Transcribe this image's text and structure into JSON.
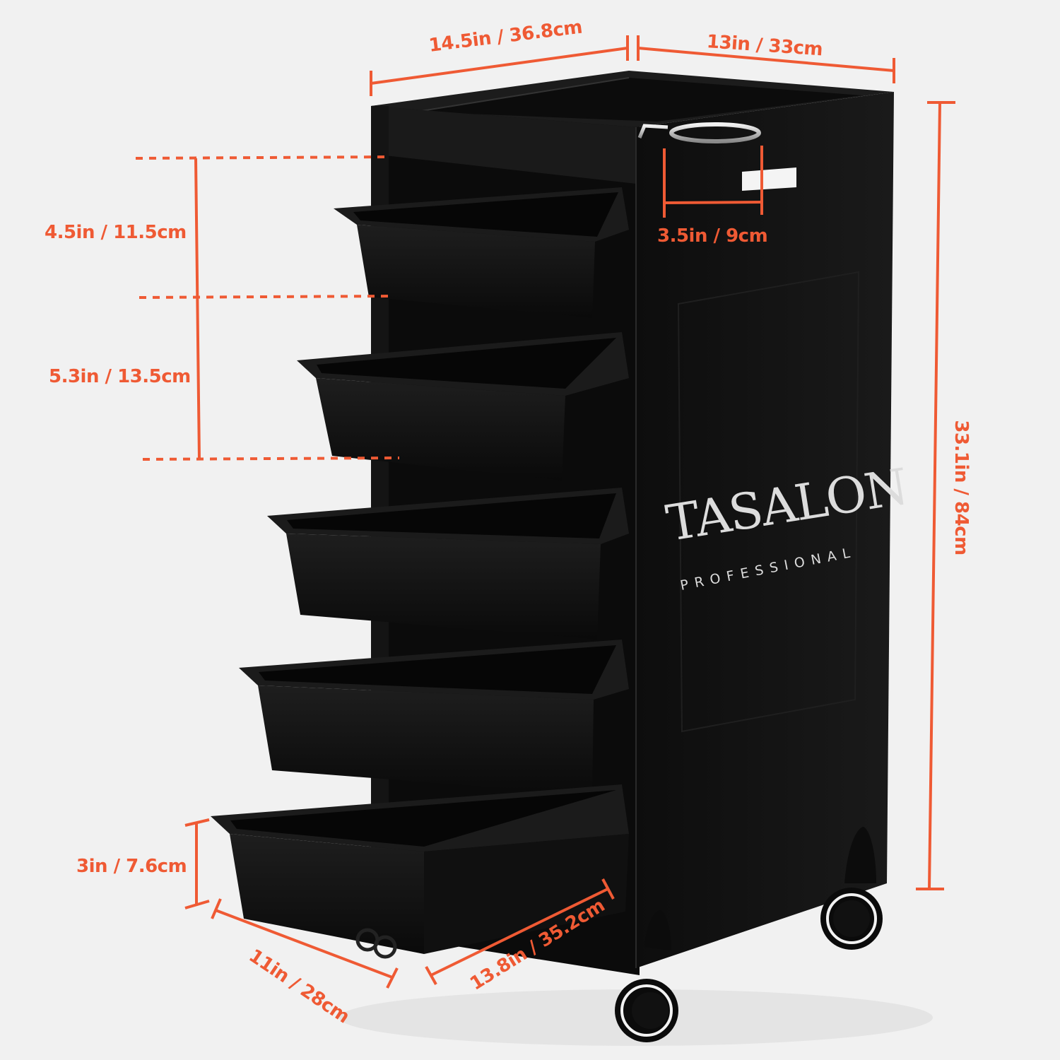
{
  "product": {
    "brand": "TASALON",
    "brand_subtitle": "PROFESSIONAL",
    "drawer_count": 5,
    "colors": {
      "accent": "#ef5a34",
      "background": "#f1f1f1",
      "cart_body": "#121212",
      "logo": "#dcdcdc"
    }
  },
  "dimensions": {
    "top_width": "14.5in / 36.8cm",
    "top_depth": "13in / 33cm",
    "total_height": "33.1in / 84cm",
    "dryer_holder": "3.5in / 9cm",
    "top_drawer_spacing": "4.5in / 11.5cm",
    "drawer_spacing": "5.3in / 13.5cm",
    "drawer_height": "3in / 7.6cm",
    "drawer_width": "11in / 28cm",
    "drawer_depth": "13.8in / 35.2cm"
  }
}
